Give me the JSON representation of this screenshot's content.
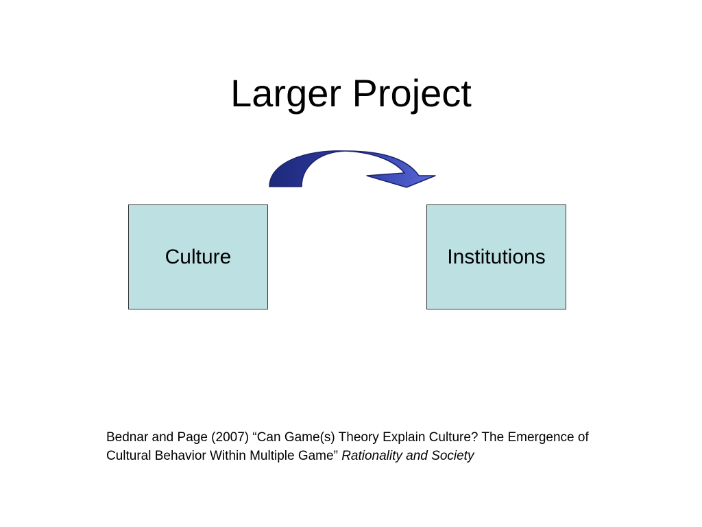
{
  "slide": {
    "title": "Larger Project"
  },
  "diagram": {
    "nodes": [
      {
        "id": "culture",
        "label": "Culture"
      },
      {
        "id": "institutions",
        "label": "Institutions"
      }
    ],
    "edges": [
      {
        "from": "culture",
        "to": "institutions",
        "style": "curved-block-arrow"
      }
    ],
    "colors": {
      "box_fill": "#bde0e2",
      "box_border": "#333333",
      "arrow_dark": "#1e2a7a",
      "arrow_light": "#5a6ad8"
    }
  },
  "citation": {
    "text": "Bednar and Page (2007)  “Can Game(s) Theory Explain Culture?  The Emergence of Cultural Behavior Within Multiple Game” ",
    "journal": "Rationality and Society"
  }
}
